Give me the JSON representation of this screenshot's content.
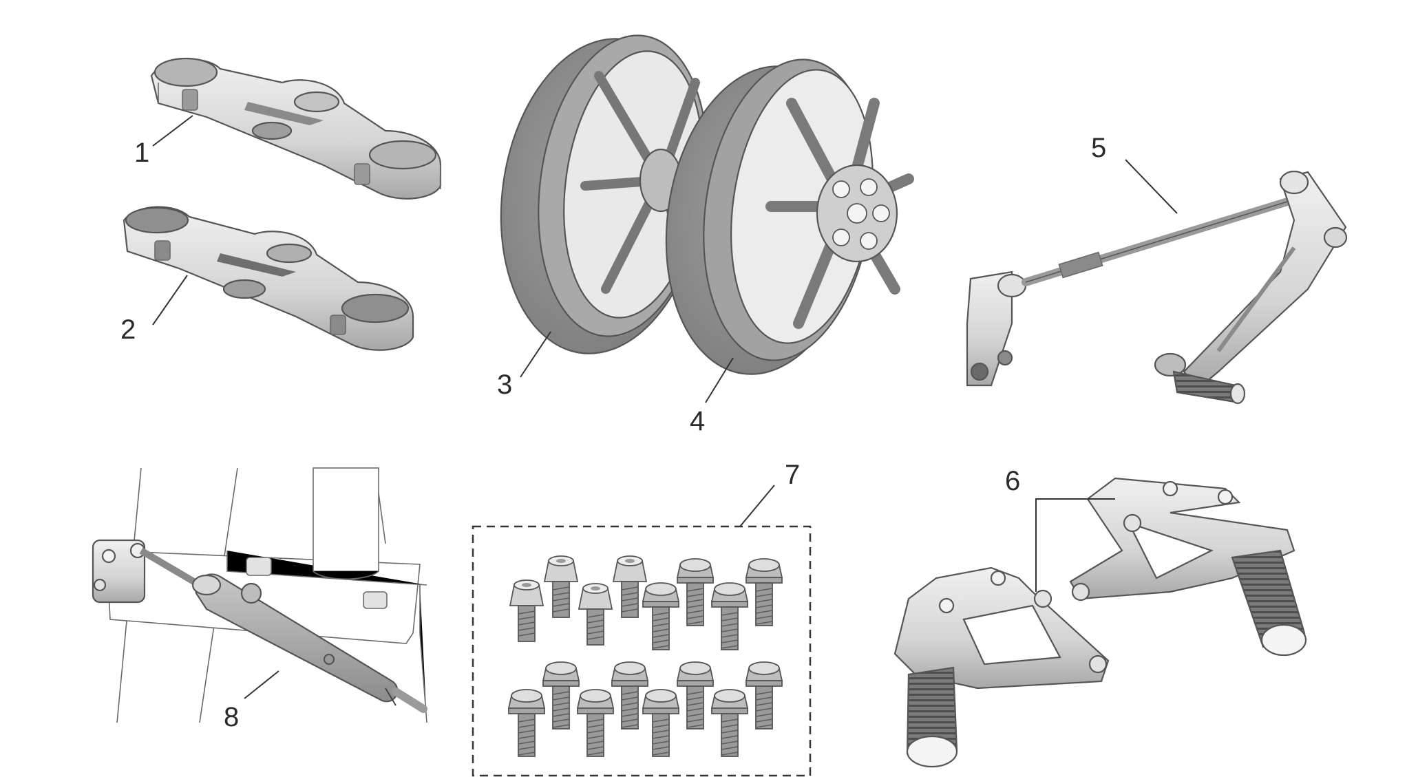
{
  "diagram": {
    "callouts": [
      {
        "id": "1",
        "label": "1"
      },
      {
        "id": "2",
        "label": "2"
      },
      {
        "id": "3",
        "label": "3"
      },
      {
        "id": "4",
        "label": "4"
      },
      {
        "id": "5",
        "label": "5"
      },
      {
        "id": "6",
        "label": "6"
      },
      {
        "id": "7",
        "label": "7"
      },
      {
        "id": "8",
        "label": "8"
      }
    ],
    "colors": {
      "part_fill": "#d8d8d8",
      "part_shade": "#a9a9a9",
      "tire": "#8f8f8f",
      "outline": "#555555"
    }
  }
}
